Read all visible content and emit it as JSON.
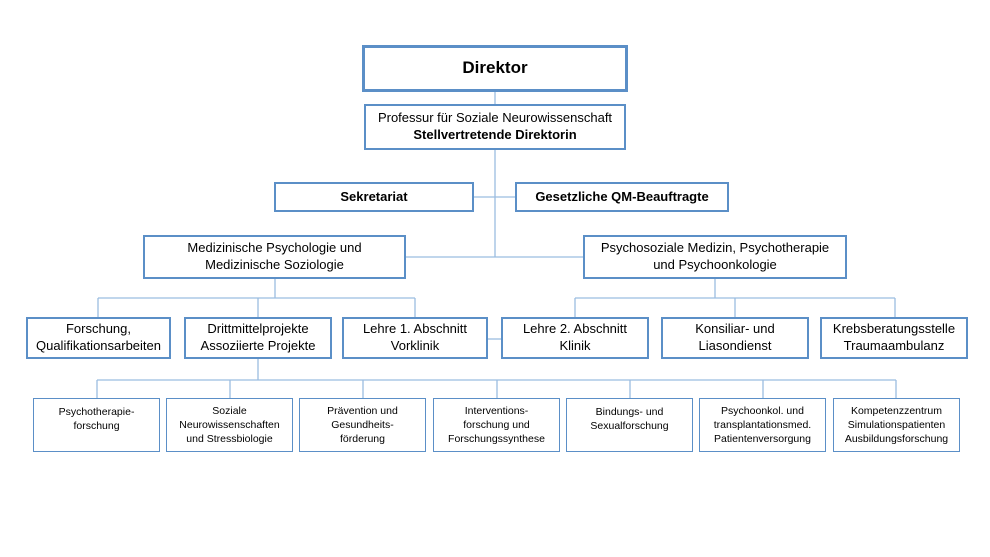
{
  "chart": {
    "director": {
      "label": "Direktor"
    },
    "deputy": {
      "line1": "Professur für Soziale Neurowissenschaft",
      "line2": "Stellvertretende Direktorin"
    },
    "staff": [
      {
        "label": "Sekretariat"
      },
      {
        "label": "Gesetzliche QM-Beauftragte"
      }
    ],
    "divisions": [
      {
        "line1": "Medizinische Psychologie und",
        "line2": "Medizinische Soziologie"
      },
      {
        "line1": "Psychosoziale Medizin, Psychotherapie",
        "line2": "und Psychoonkologie"
      }
    ],
    "units": [
      {
        "line1": "Forschung,",
        "line2": "Qualifikationsarbeiten"
      },
      {
        "line1": "Drittmittelprojekte",
        "line2": "Assoziierte Projekte"
      },
      {
        "line1": "Lehre 1. Abschnitt",
        "line2": "Vorklinik"
      },
      {
        "line1": "Lehre 2. Abschnitt",
        "line2": "Klinik"
      },
      {
        "line1": "Konsiliar- und",
        "line2": "Liasondienst"
      },
      {
        "line1": "Krebsberatungsstelle",
        "line2": "Traumaambulanz"
      }
    ],
    "projects": [
      {
        "lines": [
          "Psychotherapie-",
          "forschung"
        ]
      },
      {
        "lines": [
          "Soziale",
          "Neurowissenschaften",
          "und Stressbiologie"
        ]
      },
      {
        "lines": [
          "Prävention und",
          "Gesundheits-",
          "förderung"
        ]
      },
      {
        "lines": [
          "Interventions-",
          "forschung und",
          "Forschungssynthese"
        ]
      },
      {
        "lines": [
          "Bindungs- und",
          "Sexualforschung"
        ]
      },
      {
        "lines": [
          "Psychoonkol. und",
          "transplantationsmed.",
          "Patientenversorgung"
        ]
      },
      {
        "lines": [
          "Kompetenzzentrum",
          "Simulationspatienten",
          "Ausbildungsforschung"
        ]
      }
    ],
    "colors": {
      "border": "#5b8fc7",
      "connector": "#9bbde0"
    }
  }
}
